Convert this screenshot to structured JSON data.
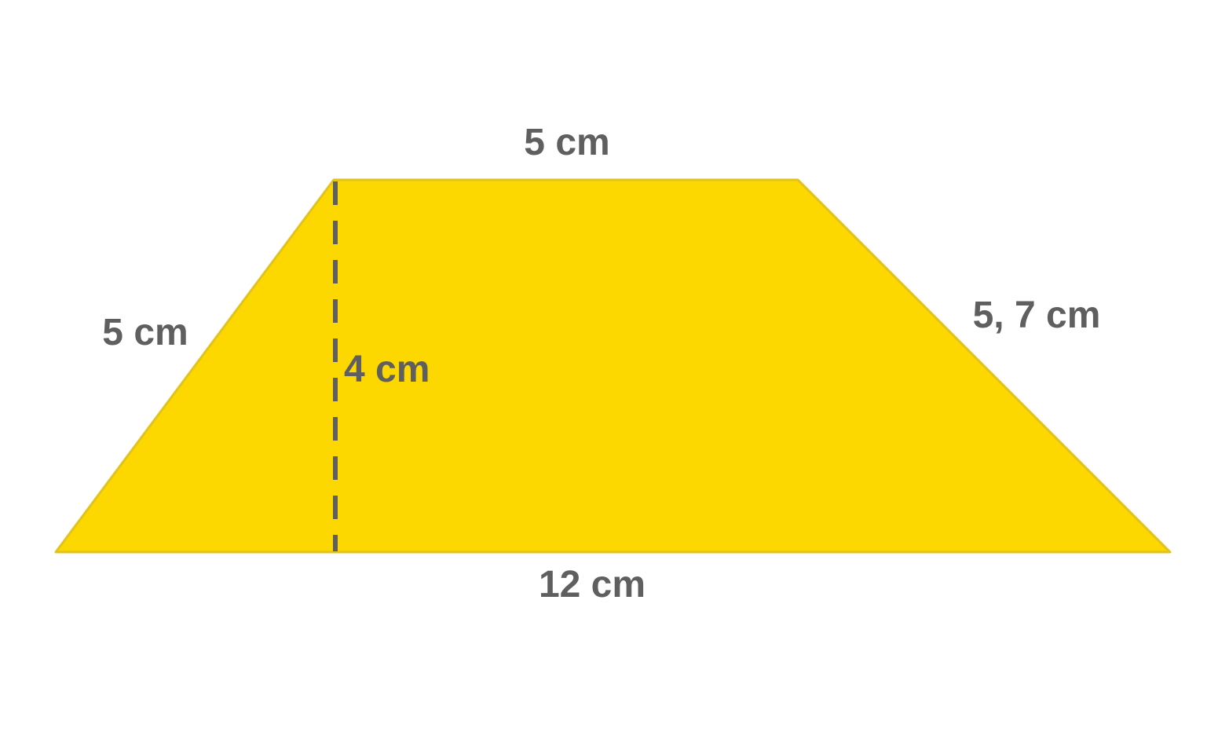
{
  "colors": {
    "fill": "#FDD700",
    "edge": "#E1C31B",
    "label": "#5F5F5F",
    "height_line": "#5F5F5F"
  },
  "labels": {
    "top_side": "5 cm",
    "left_side": "5 cm",
    "right_side": "5, 7 cm",
    "height": "4 cm",
    "bottom_side": "12 cm"
  }
}
